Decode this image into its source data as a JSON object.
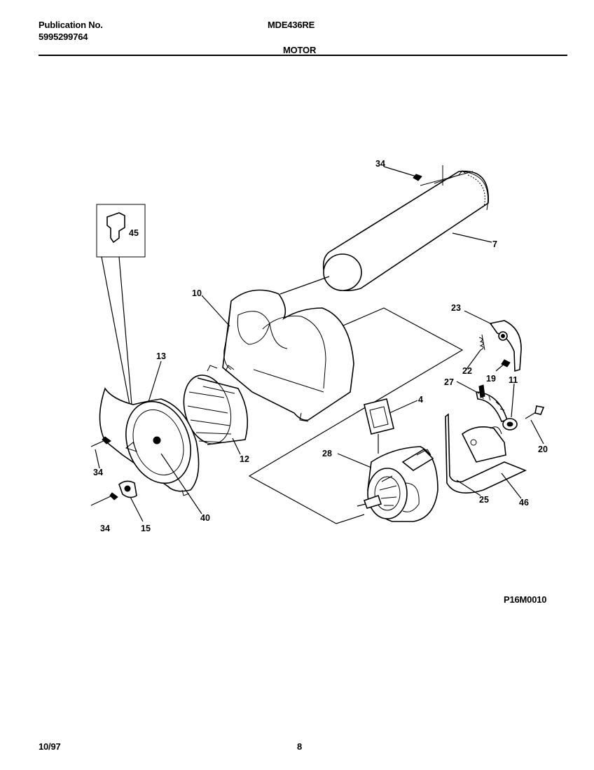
{
  "header": {
    "publication_label": "Publication No.",
    "publication_number": "5995299764",
    "model": "MDE436RE",
    "section_title": "MOTOR"
  },
  "diagram": {
    "drawing_code": "P16M0010",
    "callouts": {
      "c34_top": "34",
      "c45": "45",
      "c7": "7",
      "c10": "10",
      "c23": "23",
      "c13": "13",
      "c22": "22",
      "c19": "19",
      "c27": "27",
      "c11": "11",
      "c4": "4",
      "c20": "20",
      "c28": "28",
      "c34_left": "34",
      "c12": "12",
      "c25": "25",
      "c46": "46",
      "c40": "40",
      "c34_bottom": "34",
      "c15": "15"
    }
  },
  "footer": {
    "date": "10/97",
    "page_number": "8"
  }
}
